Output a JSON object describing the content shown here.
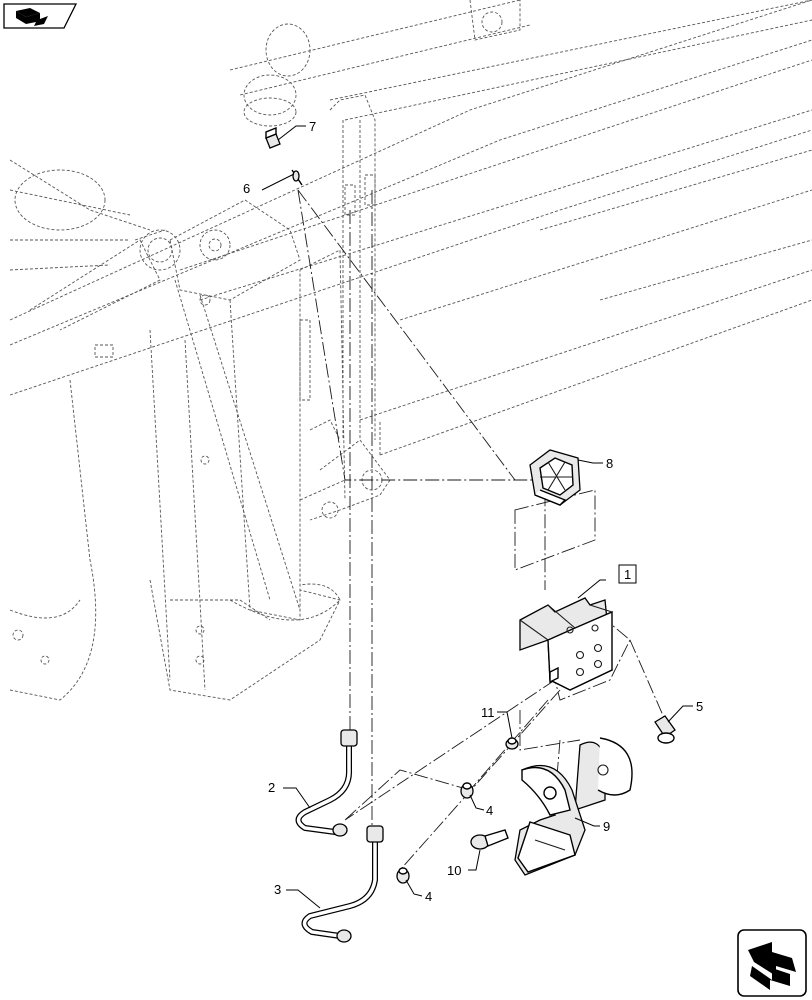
{
  "callouts": [
    {
      "id": "c7",
      "text": "7"
    },
    {
      "id": "c6",
      "text": "6"
    },
    {
      "id": "c8",
      "text": "8"
    },
    {
      "id": "c1",
      "text": "1"
    },
    {
      "id": "c5",
      "text": "5"
    },
    {
      "id": "c11",
      "text": "11"
    },
    {
      "id": "c4a",
      "text": "4"
    },
    {
      "id": "c9",
      "text": "9"
    },
    {
      "id": "c2",
      "text": "2"
    },
    {
      "id": "c10",
      "text": "10"
    },
    {
      "id": "c3",
      "text": "3"
    },
    {
      "id": "c4b",
      "text": "4"
    }
  ],
  "icons": {
    "top_left": "assembly-view-icon",
    "bottom_right": "next-view-arrow-icon"
  },
  "colors": {
    "line": "#000000",
    "hidden_line": "#555555",
    "part_fill": "#e9e9e9",
    "background": "#ffffff"
  }
}
